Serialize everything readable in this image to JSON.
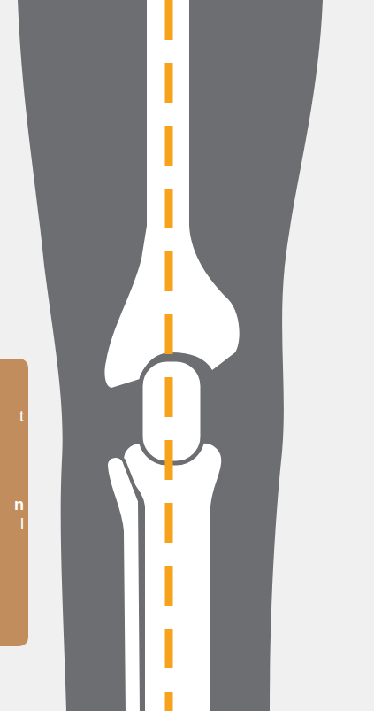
{
  "diagram": {
    "nodes": [
      {
        "text": [
          "t",
          "n",
          "l"
        ]
      }
    ]
  }
}
